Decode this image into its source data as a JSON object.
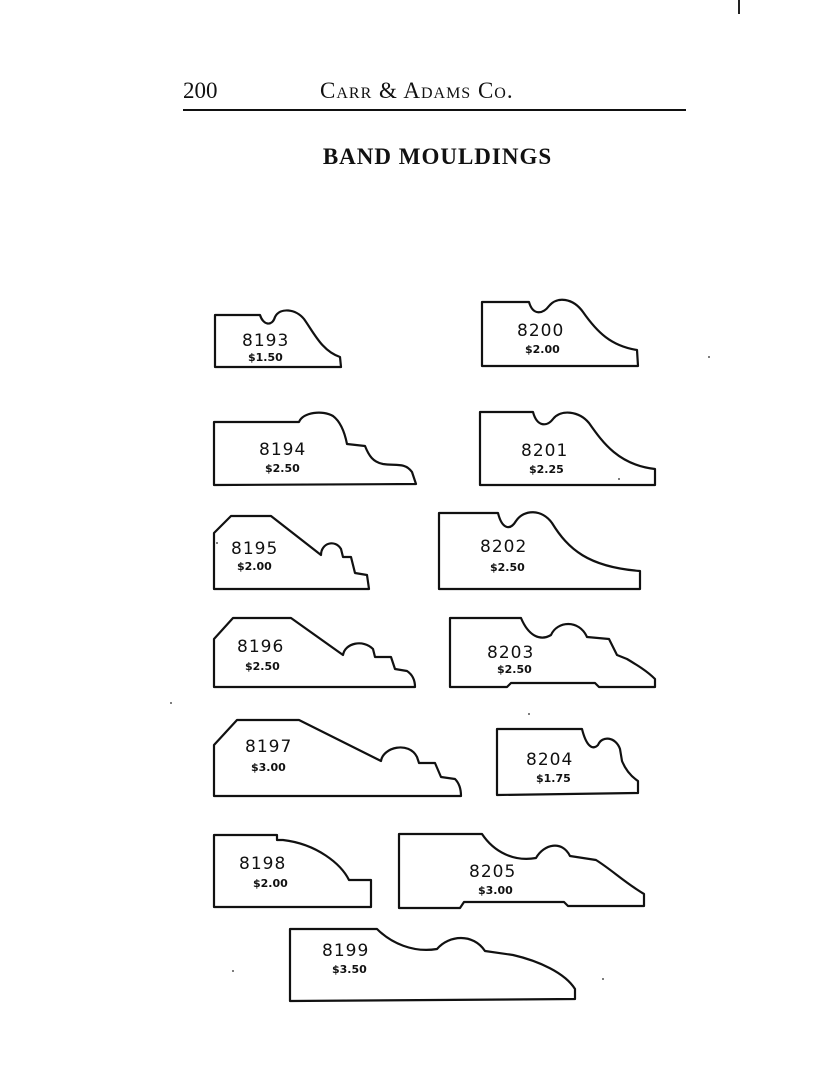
{
  "header": {
    "page_number": "200",
    "running_title": "Carr & Adams Co."
  },
  "title": "BAND MOULDINGS",
  "mouldings": [
    {
      "number": "8193",
      "price": "$1.50"
    },
    {
      "number": "8194",
      "price": "$2.50"
    },
    {
      "number": "8195",
      "price": "$2.00"
    },
    {
      "number": "8196",
      "price": "$2.50"
    },
    {
      "number": "8197",
      "price": "$3.00"
    },
    {
      "number": "8198",
      "price": "$2.00"
    },
    {
      "number": "8199",
      "price": "$3.50"
    },
    {
      "number": "8200",
      "price": "$2.00"
    },
    {
      "number": "8201",
      "price": "$2.25"
    },
    {
      "number": "8202",
      "price": "$2.50"
    },
    {
      "number": "8203",
      "price": "$2.50"
    },
    {
      "number": "8204",
      "price": "$1.75"
    },
    {
      "number": "8205",
      "price": "$3.00"
    }
  ]
}
